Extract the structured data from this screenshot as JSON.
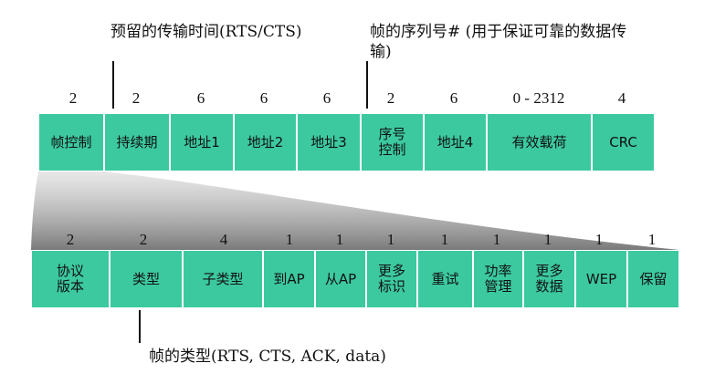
{
  "notes": {
    "top_left": "预留的传输时间(RTS/CTS)",
    "top_right": "帧的序列号# (用于保证可靠的数据传输)",
    "bottom": "帧的类型(RTS, CTS, ACK, data)"
  },
  "frame": {
    "sizes": [
      "2",
      "2",
      "6",
      "6",
      "6",
      "2",
      "6",
      "0 - 2312",
      "4"
    ],
    "fields": [
      "帧控制",
      "持续期",
      "地址1",
      "地址2",
      "地址3",
      "序号\n控制",
      "地址4",
      "有效载荷",
      "CRC"
    ]
  },
  "control": {
    "sizes": [
      "2",
      "2",
      "4",
      "1",
      "1",
      "1",
      "1",
      "1",
      "1",
      "1",
      "1"
    ],
    "fields": [
      "协议\n版本",
      "类型",
      "子类型",
      "到AP",
      "从AP",
      "更多\n标识",
      "重试",
      "功率\n管理",
      "更多\n数据",
      "WEP",
      "保留"
    ]
  },
  "colors": {
    "cell": "#3cc9a0"
  }
}
